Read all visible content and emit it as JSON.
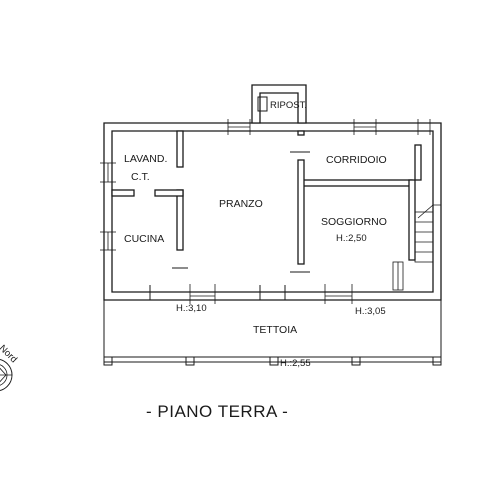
{
  "plan": {
    "title": "- PIANO TERRA -",
    "rooms": {
      "ripostiglio": "RIPOST.",
      "lavanderia": "LAVAND.",
      "centrale_termica": "C.T.",
      "cucina": "CUCINA",
      "pranzo": "PRANZO",
      "corridoio": "CORRIDOIO",
      "soggiorno": "SOGGIORNO",
      "tettoia": "TETTOIA"
    },
    "heights": {
      "soggiorno": "H.:2,50",
      "pranzo": "H.:3,10",
      "right_portico": "H.:3,05",
      "tettoia": "H.:2,55"
    },
    "compass": {
      "label": "Nord",
      "icon": "north-arrow-icon"
    }
  }
}
